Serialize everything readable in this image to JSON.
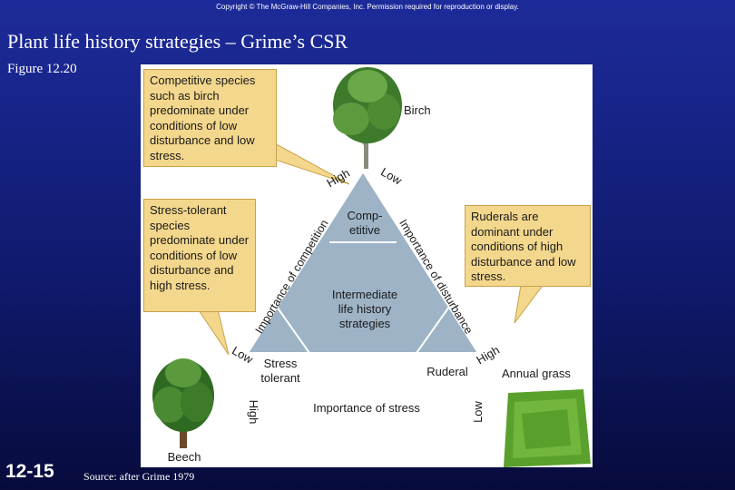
{
  "copyright": "Copyright © The McGraw-Hill Companies, Inc. Permission required for reproduction or display.",
  "title": "Plant life history strategies – Grime’s CSR",
  "figure_label": "Figure 12.20",
  "slide_number": "12-15",
  "source": "Source: after Grime 1979",
  "diagram": {
    "callouts": {
      "competitive": "Competitive species such as birch predominate under conditions of low disturbance and low stress.",
      "stress_tolerant": "Stress-tolerant species predominate under conditions of low disturbance and high stress.",
      "ruderal": "Ruderals are dominant under conditions of high disturbance and low stress."
    },
    "regions": {
      "competitive_l1": "Comp-",
      "competitive_l2": "etitive",
      "intermediate_l1": "Intermediate",
      "intermediate_l2": "life history",
      "intermediate_l3": "strategies",
      "stress_l1": "Stress",
      "stress_l2": "tolerant",
      "ruderal": "Ruderal"
    },
    "axes": {
      "competition": "Importance of competition",
      "disturbance": "Importance of disturbance",
      "stress": "Importance of stress"
    },
    "axis_ends": {
      "top_high": "High",
      "top_low": "Low",
      "left_low": "Low",
      "right_high": "High",
      "bottom_left_high": "High",
      "bottom_right_low": "Low"
    },
    "plant_labels": {
      "birch": "Birch",
      "annual_grass": "Annual grass",
      "beech": "Beech"
    },
    "colors": {
      "triangle_fill": "#9eb3c6",
      "triangle_stroke": "#ffffff",
      "callout_fill": "#f3d78c",
      "grass": "#5aa02c"
    }
  }
}
